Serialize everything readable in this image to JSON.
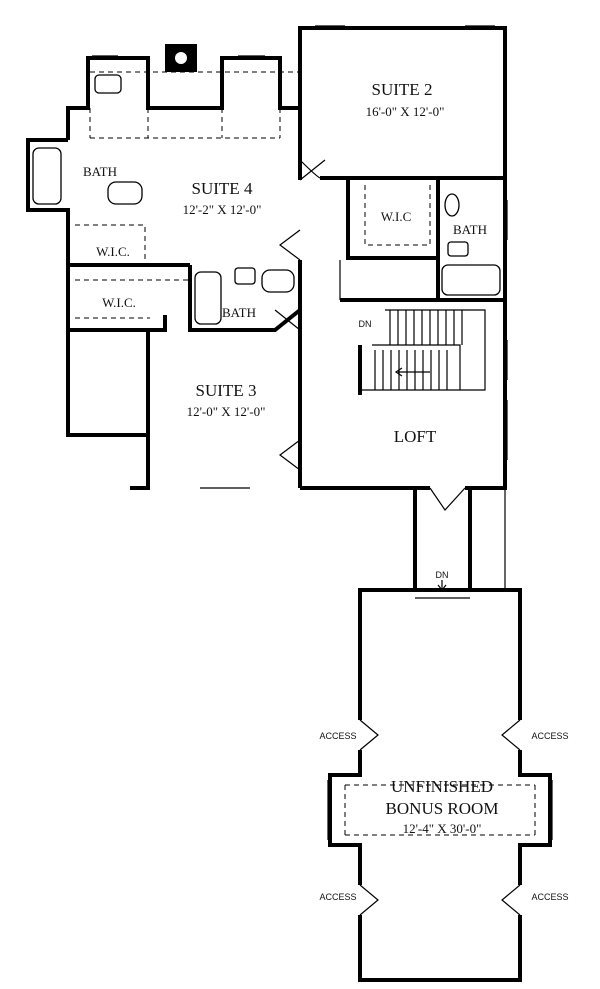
{
  "rooms": {
    "suite2": {
      "name": "SUITE 2",
      "dims": "16'-0\" X 12'-0\""
    },
    "suite4": {
      "name": "SUITE 4",
      "dims": "12'-2\" X 12'-0\""
    },
    "suite3": {
      "name": "SUITE 3",
      "dims": "12'-0\" X 12'-0\""
    },
    "loft": {
      "name": "LOFT"
    },
    "bonus": {
      "line1": "UNFINISHED",
      "line2": "BONUS ROOM",
      "dims": "12'-4\" X 30'-0\""
    }
  },
  "labels": {
    "bath": "BATH",
    "wic": "W.I.C.",
    "wic_short": "W.I.C",
    "dn": "DN",
    "access": "ACCESS"
  }
}
